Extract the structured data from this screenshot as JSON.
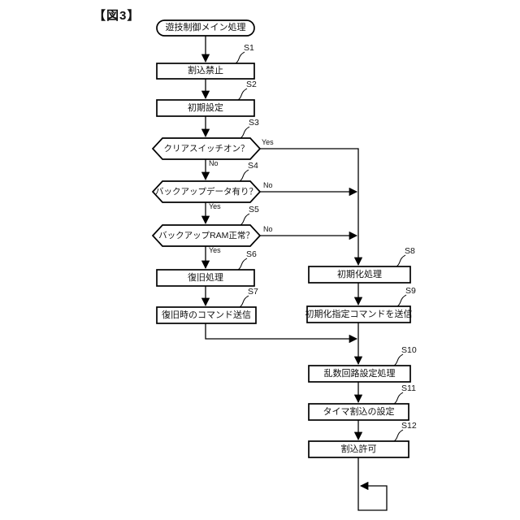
{
  "figure_label": "【図3】",
  "flowchart": {
    "start": {
      "label": "遊技制御メイン処理",
      "type": "terminal"
    },
    "steps": [
      {
        "id": "S1",
        "label": "割込禁止",
        "type": "process"
      },
      {
        "id": "S2",
        "label": "初期設定",
        "type": "process"
      },
      {
        "id": "S3",
        "label": "クリアスイッチオン？",
        "type": "decision"
      },
      {
        "id": "S4",
        "label": "バックアップデータ有り？",
        "type": "decision"
      },
      {
        "id": "S5",
        "label": "バックアップRAM正常？",
        "type": "decision"
      },
      {
        "id": "S6",
        "label": "復旧処理",
        "type": "process"
      },
      {
        "id": "S7",
        "label": "復旧時のコマンド送信",
        "type": "process"
      },
      {
        "id": "S8",
        "label": "初期化処理",
        "type": "process"
      },
      {
        "id": "S9",
        "label": "初期化指定コマンドを送信",
        "type": "process"
      },
      {
        "id": "S10",
        "label": "乱数回路設定処理",
        "type": "process"
      },
      {
        "id": "S11",
        "label": "タイマ割込の設定",
        "type": "process"
      },
      {
        "id": "S12",
        "label": "割込許可",
        "type": "process"
      }
    ],
    "branch_labels": {
      "yes": "Yes",
      "no": "No"
    },
    "colors": {
      "line": "#000000",
      "background": "#ffffff"
    }
  }
}
